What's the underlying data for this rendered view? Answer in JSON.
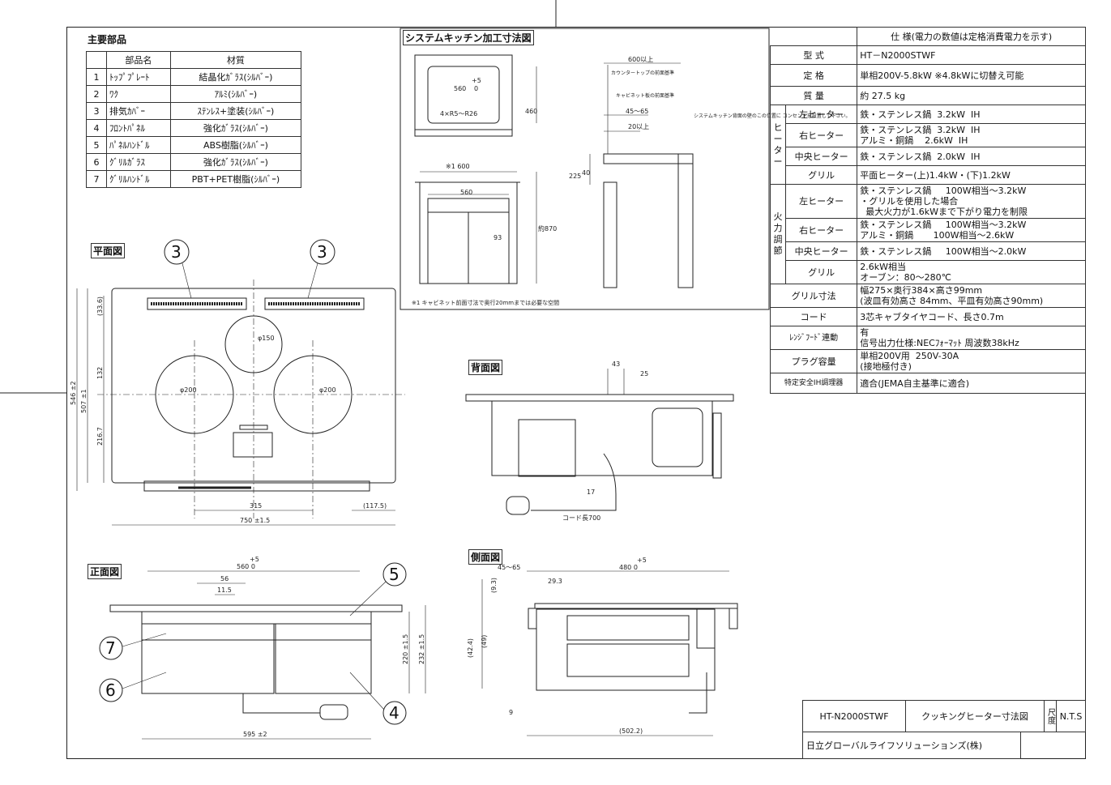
{
  "parts": {
    "title": "主要部品",
    "headers": [
      "",
      "部品名",
      "材質"
    ],
    "rows": [
      [
        "1",
        "ﾄｯﾌﾟﾌﾟﾚｰﾄ",
        "結晶化ｶﾞﾗｽ(ｼﾙﾊﾞｰ)"
      ],
      [
        "2",
        "ﾜｸ",
        "ｱﾙﾐ(ｼﾙﾊﾞｰ)"
      ],
      [
        "3",
        "排気ｶﾊﾞｰ",
        "ｽﾃﾝﾚｽ+塗装(ｼﾙﾊﾞｰ)"
      ],
      [
        "4",
        "ﾌﾛﾝﾄﾊﾟﾈﾙ",
        "強化ｶﾞﾗｽ(ｼﾙﾊﾞｰ)"
      ],
      [
        "5",
        "ﾊﾟﾈﾙﾊﾝﾄﾞﾙ",
        "ABS樹脂(ｼﾙﾊﾞｰ)"
      ],
      [
        "6",
        "ｸﾞﾘﾙｶﾞﾗｽ",
        "強化ｶﾞﾗｽ(ｼﾙﾊﾞｰ)"
      ],
      [
        "7",
        "ｸﾞﾘﾙﾊﾝﾄﾞﾙ",
        "PBT+PET樹脂(ｼﾙﾊﾞｰ)"
      ]
    ]
  },
  "kitchen": {
    "title": "システムキッチン加工寸法図",
    "dims": {
      "w560": "560",
      "tol5": "+5",
      "tol0": "0",
      "d460": "460",
      "r": "4×R5～R26",
      "w600": "※1  600",
      "w560b": "560",
      "h870": "約870",
      "d93": "93",
      "h40": "40",
      "h225": "225",
      "d600up": "600以上",
      "d45_65": "45～65",
      "d20up": "20以上"
    },
    "note_counter": "カウンタートップの前面基準",
    "note_cabinet": "キャビネット板の前面基準",
    "note_outlet": "システムキッチン背面の壁のこの位置に コンセントを設置して下さい。",
    "footnote": "※1  キャビネット前面寸法で奥行20mmまでは必要な空間"
  },
  "plan": {
    "title": "平面図",
    "callouts": [
      "3",
      "3"
    ],
    "dims": {
      "d33_6": "(33.6)",
      "d132": "132",
      "d216_7": "216.7",
      "d507": "507 ±1",
      "d546": "546 ±2",
      "phi150": "φ150",
      "phi200a": "φ200",
      "phi200b": "φ200",
      "w315": "315",
      "w117_5": "(117.5)",
      "w750": "750 ±1.5"
    }
  },
  "back": {
    "title": "背面図",
    "dims": {
      "d43": "43",
      "d25": "25",
      "d17": "17",
      "cord": "コード長700"
    }
  },
  "front": {
    "title": "正面図",
    "callouts": [
      "5",
      "7",
      "6",
      "4"
    ],
    "dims": {
      "tol5": "+5",
      "w560": "560  0",
      "w56": "56",
      "w11_5": "11.5",
      "h220": "220 ±1.5",
      "h232": "232 ±1.5",
      "w595": "595 ±2"
    }
  },
  "side": {
    "title": "側面図",
    "dims": {
      "d45_65": "45～65",
      "tol5": "+5",
      "d480": "480  0",
      "d9_3": "(9.3)",
      "d29_3": "29.3",
      "d42_4": "(42.4)",
      "d49": "(49)",
      "d9": "9",
      "d502_2": "(502.2)"
    }
  },
  "spec": {
    "title": "仕 様(電力の数値は定格消費電力を示す)",
    "model_label": "型 式",
    "model": "HT－N2000STWF",
    "rating_label": "定 格",
    "rating": "単相200V-5.8kW  ※4.8kWに切替え可能",
    "mass_label": "質 量",
    "mass": "約 27.5 kg",
    "heater_group": "ヒーター",
    "heater_rows": [
      {
        "label": "左ヒーター",
        "value": "鉄・ステンレス鍋  3.2kW  IH"
      },
      {
        "label": "右ヒーター",
        "value": "鉄・ステンレス鍋  3.2kW  IH\nアルミ・銅鍋    2.6kW  IH"
      },
      {
        "label": "中央ヒーター",
        "value": "鉄・ステンレス鍋  2.0kW  IH"
      },
      {
        "label": "グリル",
        "value": "平面ヒーター(上)1.4kW・(下)1.2kW"
      }
    ],
    "control_group": "火力調節",
    "control_rows": [
      {
        "label": "左ヒーター",
        "value": "鉄・ステンレス鍋     100W相当～3.2kW\n・グリルを使用した場合\n  最大火力が1.6kWまで下がり電力を制限"
      },
      {
        "label": "右ヒーター",
        "value": "鉄・ステンレス鍋     100W相当～3.2kW\nアルミ・銅鍋       100W相当～2.6kW"
      },
      {
        "label": "中央ヒーター",
        "value": "鉄・ステンレス鍋     100W相当～2.0kW"
      },
      {
        "label": "グリル",
        "value": "2.6kW相当\nオーブン：80～280℃"
      }
    ],
    "grill_size_label": "グリル寸法",
    "grill_size": "幅275×奥行384×高さ99mm\n(波皿有効高さ 84mm、平皿有効高さ90mm)",
    "cord_label": "コード",
    "cord": "3芯キャブタイヤコード、長さ0.7m",
    "hood_label": "ﾚﾝｼﾞﾌｰﾄﾞ連動",
    "hood": "有\n信号出力仕様:NECﾌｫｰﾏｯﾄ 周波数38kHz",
    "plug_label": "プラグ容量",
    "plug": "単相200V用  250V-30A\n(接地極付き)",
    "safety_label": "特定安全IH調理器",
    "safety": "適合(JEMA自主基準に適合)"
  },
  "title_block": {
    "model": "HT-N2000STWF",
    "drawing": "クッキングヒーター寸法図",
    "scale_label": "尺度",
    "scale": "N.T.S",
    "company": "日立グローバルライフソリューションズ(株)"
  }
}
